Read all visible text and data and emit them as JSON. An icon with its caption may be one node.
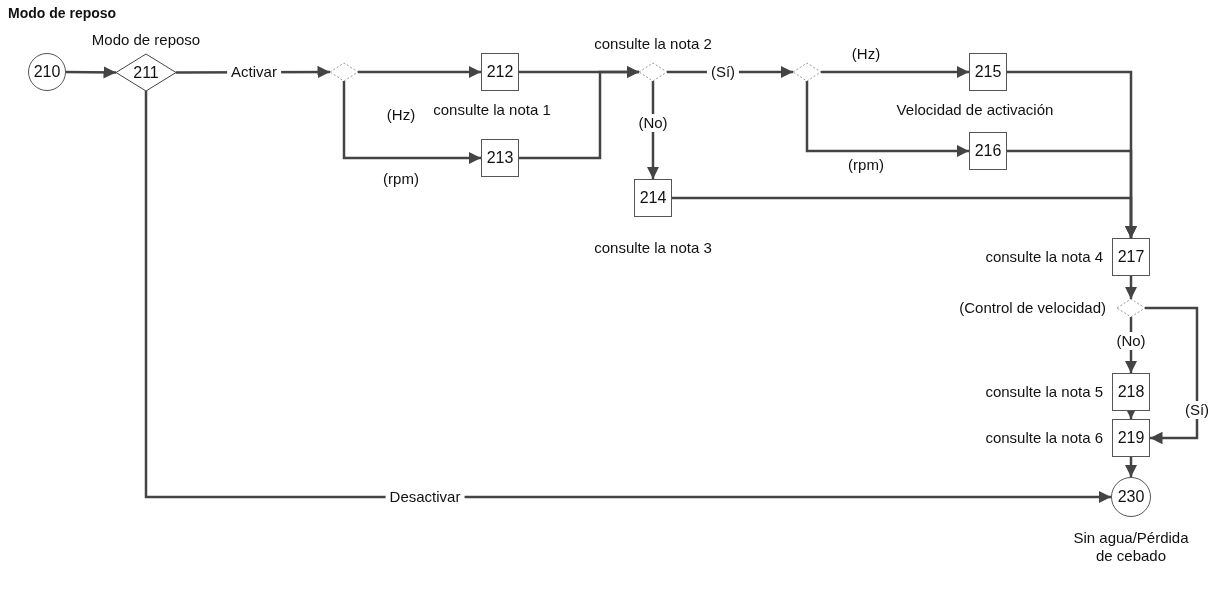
{
  "diagram": {
    "title": "Modo de reposo",
    "nodes": [
      {
        "text": [
          "210"
        ]
      },
      {
        "text": [
          "211"
        ],
        "beside": [
          "Modo de reposo"
        ]
      },
      {
        "text": [],
        "shape": "diamond"
      },
      {
        "text": [
          "212"
        ],
        "beside": [
          "consulte la nota 1"
        ]
      },
      {
        "text": [
          "213"
        ]
      },
      {
        "text": [],
        "shape": "diamond",
        "beside": [
          "consulte la nota 2"
        ]
      },
      {
        "text": [],
        "shape": "diamond"
      },
      {
        "text": [
          "215"
        ]
      },
      {
        "text": [
          "216"
        ]
      },
      {
        "text": [
          "214"
        ],
        "beside": [
          "consulte la nota 3"
        ]
      },
      {
        "text": [
          "217"
        ],
        "beside": [
          "consulte la nota 4"
        ]
      },
      {
        "text": [],
        "shape": "diamond",
        "beside": [
          "(Control de velocidad)"
        ]
      },
      {
        "text": [
          "218"
        ],
        "beside": [
          "consulte la nota 5"
        ]
      },
      {
        "text": [
          "219"
        ],
        "beside": [
          "consulte la nota 6"
        ]
      },
      {
        "text": [
          "230"
        ],
        "beside": [
          "Sin agua/Pérdida de cebado"
        ]
      }
    ],
    "edges": [
      {
        "from": 0,
        "to": 1,
        "arrow": "to"
      },
      {
        "from": 1,
        "to": 2,
        "arrow": "to",
        "label": "Activar"
      },
      {
        "from": 2,
        "to": 3,
        "arrow": "to",
        "label": "(Hz)"
      },
      {
        "from": 2,
        "to": 4,
        "arrow": "to",
        "label": "(rpm)"
      },
      {
        "from": 3,
        "to": 5,
        "arrow": "to"
      },
      {
        "from": 4,
        "to": 5,
        "arrow": "to"
      },
      {
        "from": 5,
        "to": 6,
        "arrow": "to",
        "label": "(Sí)"
      },
      {
        "from": 5,
        "to": 9,
        "arrow": "to",
        "label": "(No)"
      },
      {
        "from": 6,
        "to": 7,
        "arrow": "to",
        "label": "(Hz)"
      },
      {
        "from": 6,
        "to": 8,
        "arrow": "to",
        "label": "(rpm)"
      },
      {
        "from": 7,
        "to": 10,
        "arrow": "to"
      },
      {
        "from": 8,
        "to": 10,
        "arrow": "to"
      },
      {
        "from": 9,
        "to": 10,
        "arrow": "to"
      },
      {
        "from": 10,
        "to": 11,
        "arrow": "to"
      },
      {
        "from": 11,
        "to": 12,
        "arrow": "to",
        "label": "(No)"
      },
      {
        "from": 11,
        "to": 13,
        "arrow": "to",
        "label": "(Sí)"
      },
      {
        "from": 12,
        "to": 13,
        "arrow": "to"
      },
      {
        "from": 13,
        "to": 14,
        "arrow": "to"
      },
      {
        "from": 1,
        "to": 14,
        "arrow": "to",
        "label": "Desactivar"
      }
    ],
    "labels": [
      "Velocidad de activación"
    ]
  }
}
